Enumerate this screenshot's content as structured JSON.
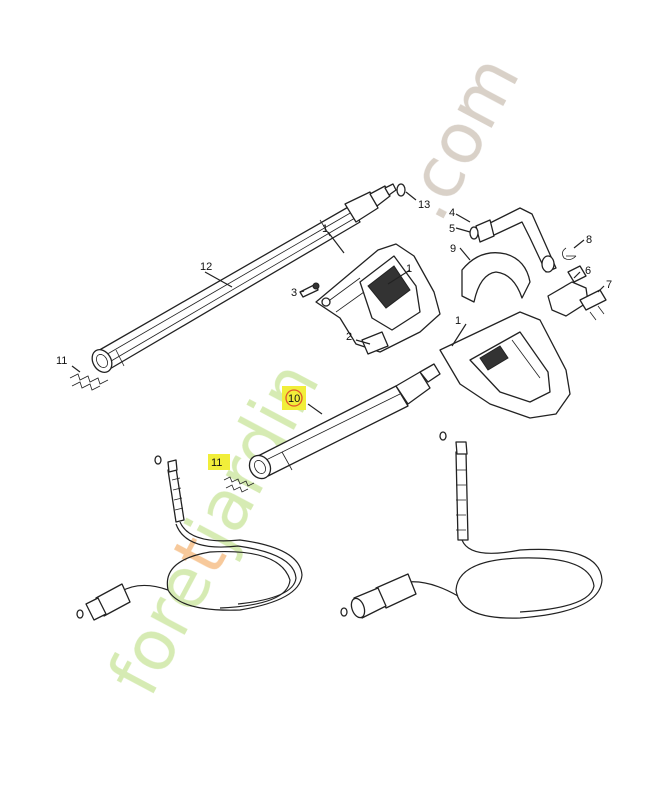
{
  "watermark": {
    "before": "fore",
    "highlight": "t",
    "after": "jardin",
    "domain": ".com",
    "colors": {
      "green": "#cfe8a6",
      "orange": "#f6c08a",
      "grey": "#d2c9bf"
    }
  },
  "labels": {
    "l1a": "1",
    "l1b": "1",
    "l1c": "1",
    "l2": "2",
    "l3": "3",
    "l4": "4",
    "l5": "5",
    "l6": "6",
    "l7": "7",
    "l8": "8",
    "l9": "9",
    "l10": "10",
    "l11a": "11",
    "l11b": "11",
    "l12": "12",
    "l13": "13"
  },
  "highlight_colors": {
    "yellow": "#f1ee3a",
    "circle": "#e05a2a"
  }
}
